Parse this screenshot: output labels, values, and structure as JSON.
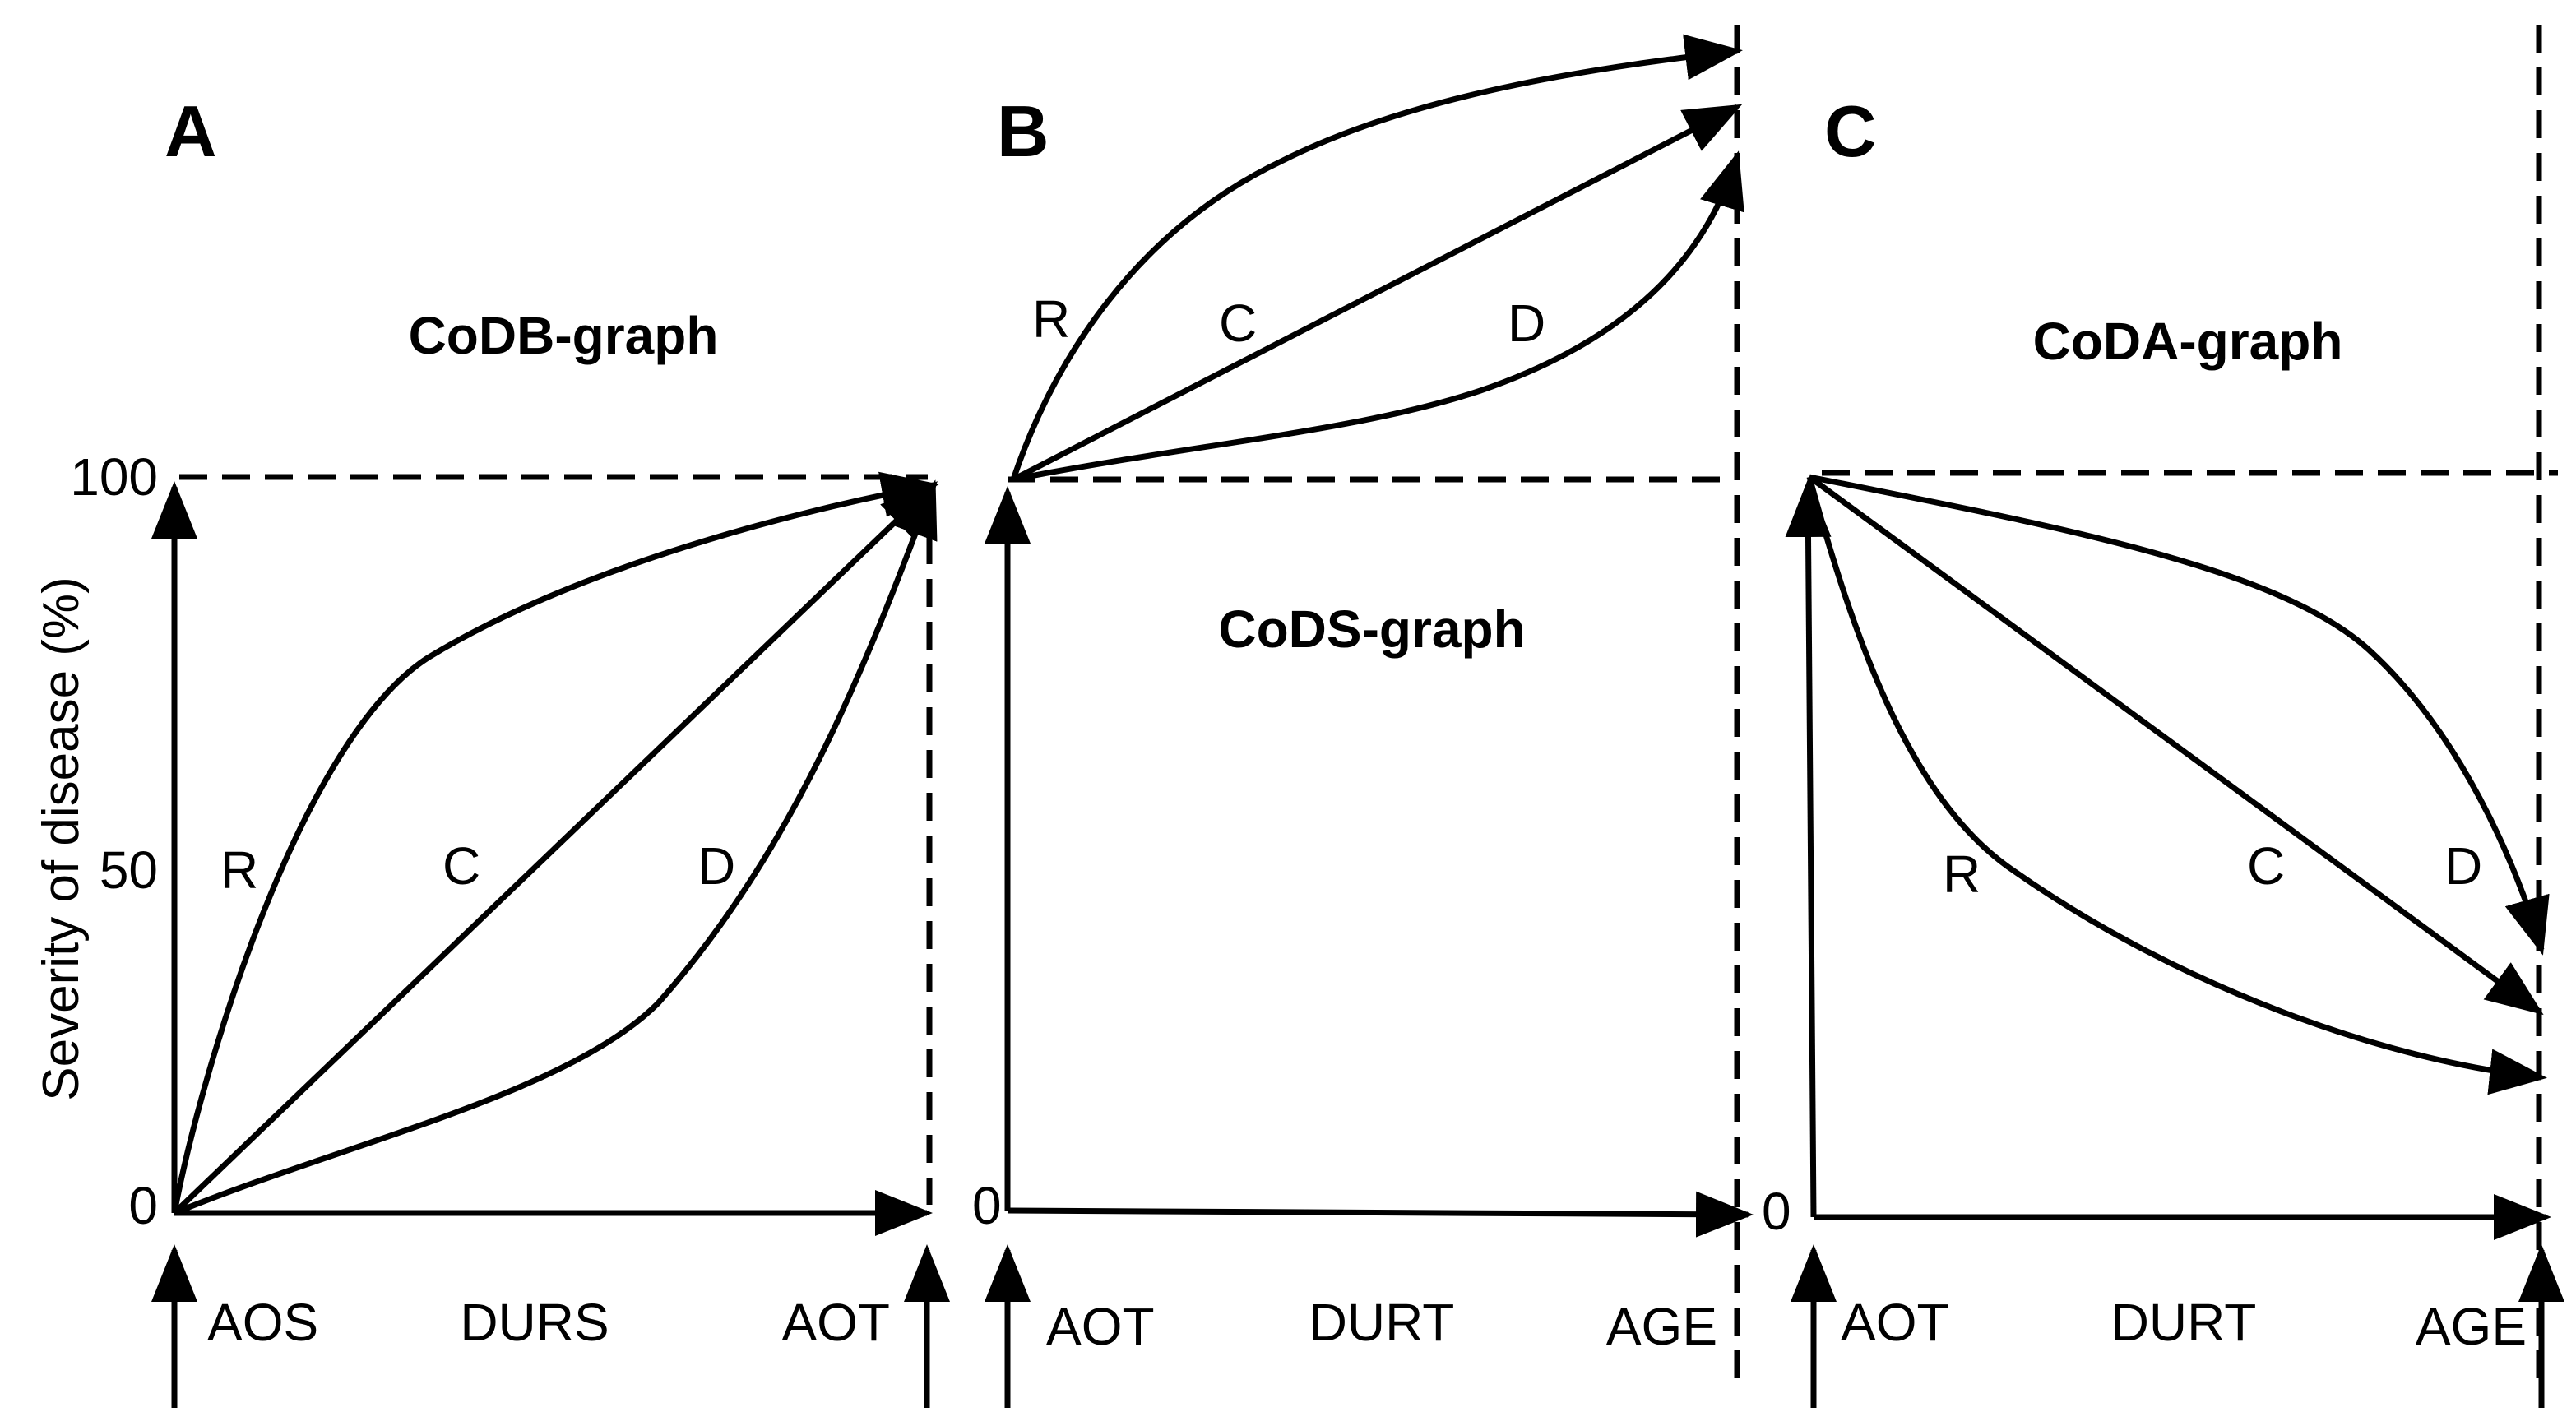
{
  "y_axis": {
    "title": "Severity of disease (%)",
    "ticks": [
      "100",
      "50",
      "0"
    ]
  },
  "curve_labels": {
    "r": "R",
    "c": "C",
    "d": "D"
  },
  "panels": [
    {
      "letter": "A",
      "title": "CoDB-graph",
      "zero": "0",
      "segments": [
        "AOS",
        "DURS",
        "AOT"
      ]
    },
    {
      "letter": "B",
      "title": "CoDS-graph",
      "zero": "0",
      "segments": [
        "AOT",
        "DURT",
        "AGE"
      ]
    },
    {
      "letter": "C",
      "title": "CoDA-graph",
      "zero": "0",
      "segments": [
        "AOT",
        "DURT",
        "AGE"
      ]
    }
  ],
  "colors": {
    "ink": "#000000",
    "background": "#ffffff"
  }
}
